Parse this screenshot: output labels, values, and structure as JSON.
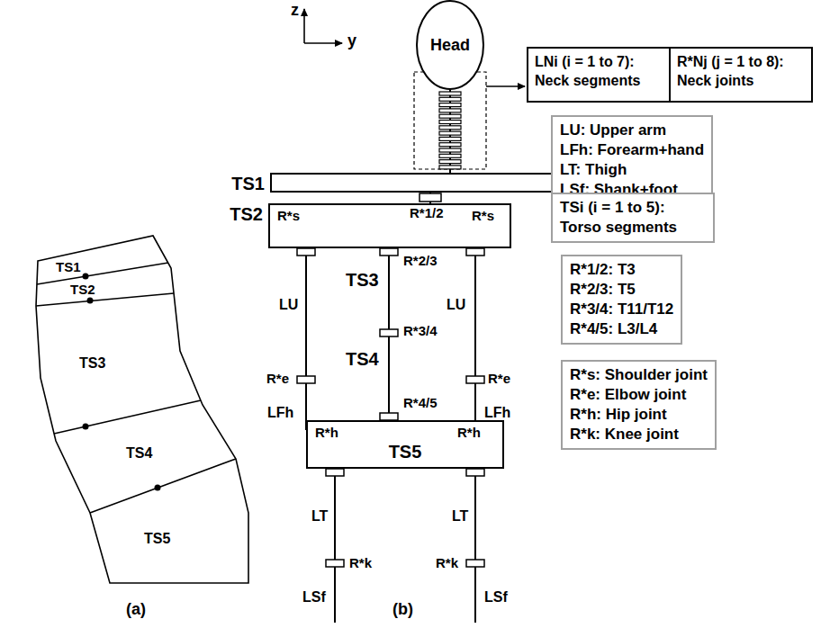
{
  "diagram": {
    "nodes": [
      {
        "text": [
          "Head"
        ]
      },
      {
        "text": [
          "LNi (i = 1 to 7): Neck segments"
        ]
      },
      {
        "text": [
          "R*Nj (j = 1 to 8): Neck joints"
        ]
      },
      {
        "text": [
          "TS1"
        ]
      },
      {
        "text": [
          "TS2"
        ]
      },
      {
        "text": [
          "TS5"
        ]
      },
      {
        "text": [
          "LU: Upper arm",
          "LFh: Forearm+hand",
          "LT: Thigh",
          "LSf: Shank+foot"
        ]
      },
      {
        "text": [
          "TSi (i = 1 to 5): Torso segments"
        ]
      },
      {
        "text": [
          "R*1/2: T3",
          "R*2/3: T5",
          "R*3/4: T11/T12",
          "R*4/5: L3/L4"
        ]
      },
      {
        "text": [
          "R*s: Shoulder joint",
          "R*e: Elbow joint",
          "R*h: Hip joint",
          "R*k: Knee joint"
        ]
      }
    ],
    "edges": [
      {
        "from": 0,
        "to": 3,
        "arrow": "none"
      },
      {
        "from": 3,
        "to": 4,
        "arrow": "none"
      },
      {
        "from": 4,
        "to": 5,
        "arrow": "none"
      }
    ],
    "labels": [
      "z",
      "y",
      "TS3",
      "TS4",
      "R*1/2",
      "R*s",
      "R*s",
      "R*2/3",
      "R*3/4",
      "R*4/5",
      "LU",
      "R*e",
      "LFh",
      "LU",
      "R*e",
      "LFh",
      "R*h",
      "R*h",
      "LT",
      "R*k",
      "LSf",
      "LT",
      "R*k",
      "LSf",
      "TS1",
      "TS2",
      "TS3",
      "TS4",
      "TS5",
      "(a)",
      "(b)"
    ]
  }
}
